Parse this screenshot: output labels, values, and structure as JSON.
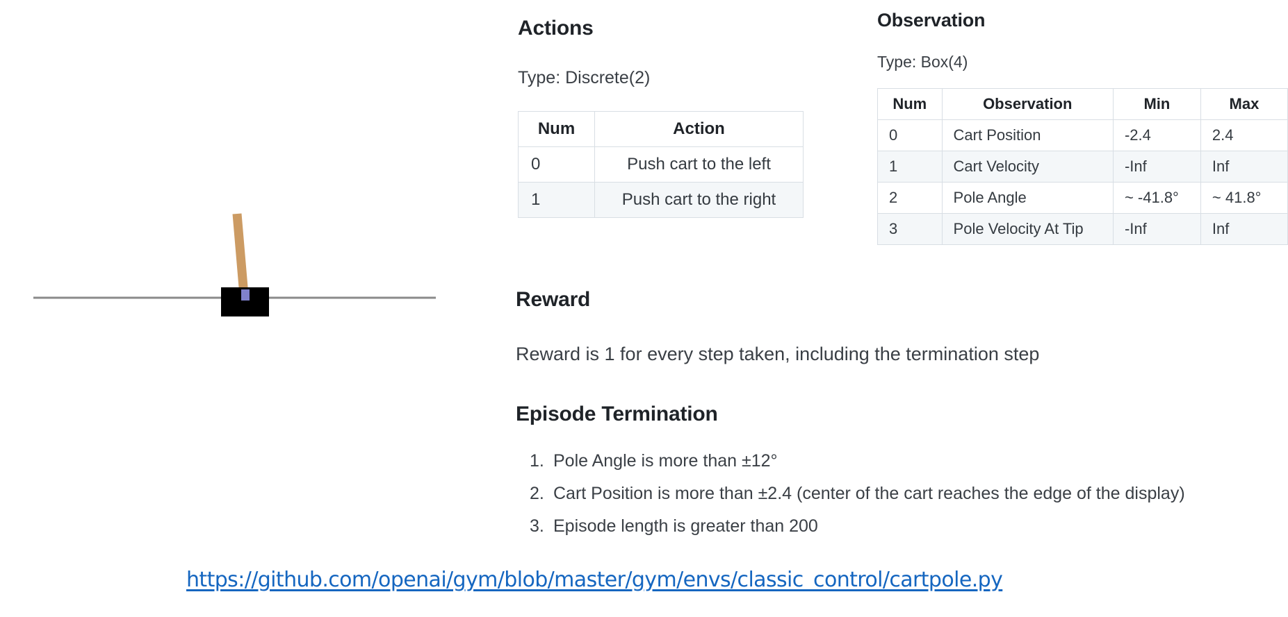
{
  "page": {
    "background": "#ffffff",
    "link_color": "#1566c0",
    "text_color": "#3a3f45",
    "heading_color": "#1f2328",
    "table_border_color": "#d8dee4",
    "alt_row_color": "#f4f7f9"
  },
  "illustration": {
    "name": "cartpole-environment",
    "cart_color": "#000000",
    "pole_color": "#cc9b63",
    "axle_color": "#8081cc",
    "track_color": "#8a8a8a",
    "description": "CartPole: black cart on a horizontal track with a tan pole balanced nearly vertical, tilted slightly to the left"
  },
  "actions": {
    "heading": "Actions",
    "type_label": "Type: Discrete(2)",
    "table": {
      "headers": [
        "Num",
        "Action"
      ],
      "rows": [
        {
          "num": "0",
          "action": "Push cart to the left"
        },
        {
          "num": "1",
          "action": "Push cart to the right"
        }
      ]
    }
  },
  "observation": {
    "heading": "Observation",
    "type_label": "Type: Box(4)",
    "table": {
      "headers": [
        "Num",
        "Observation",
        "Min",
        "Max"
      ],
      "rows": [
        {
          "num": "0",
          "observation": "Cart Position",
          "min": "-2.4",
          "max": "2.4"
        },
        {
          "num": "1",
          "observation": "Cart Velocity",
          "min": "-Inf",
          "max": "Inf"
        },
        {
          "num": "2",
          "observation": "Pole Angle",
          "min": "~ -41.8°",
          "max": "~ 41.8°"
        },
        {
          "num": "3",
          "observation": "Pole Velocity At Tip",
          "min": "-Inf",
          "max": "Inf"
        }
      ]
    }
  },
  "reward": {
    "heading": "Reward",
    "text": "Reward is 1 for every step taken, including the termination step"
  },
  "termination": {
    "heading": "Episode Termination",
    "items": [
      {
        "num": "1.",
        "text": "Pole Angle is more than ±12°"
      },
      {
        "num": "2.",
        "text": "Cart Position is more than ±2.4 (center of the cart reaches the edge of the display)"
      },
      {
        "num": "3.",
        "text": "Episode length is greater than 200"
      }
    ]
  },
  "footer": {
    "link_text": "https://github.com/openai/gym/blob/master/gym/envs/classic_control/cartpole.py"
  }
}
